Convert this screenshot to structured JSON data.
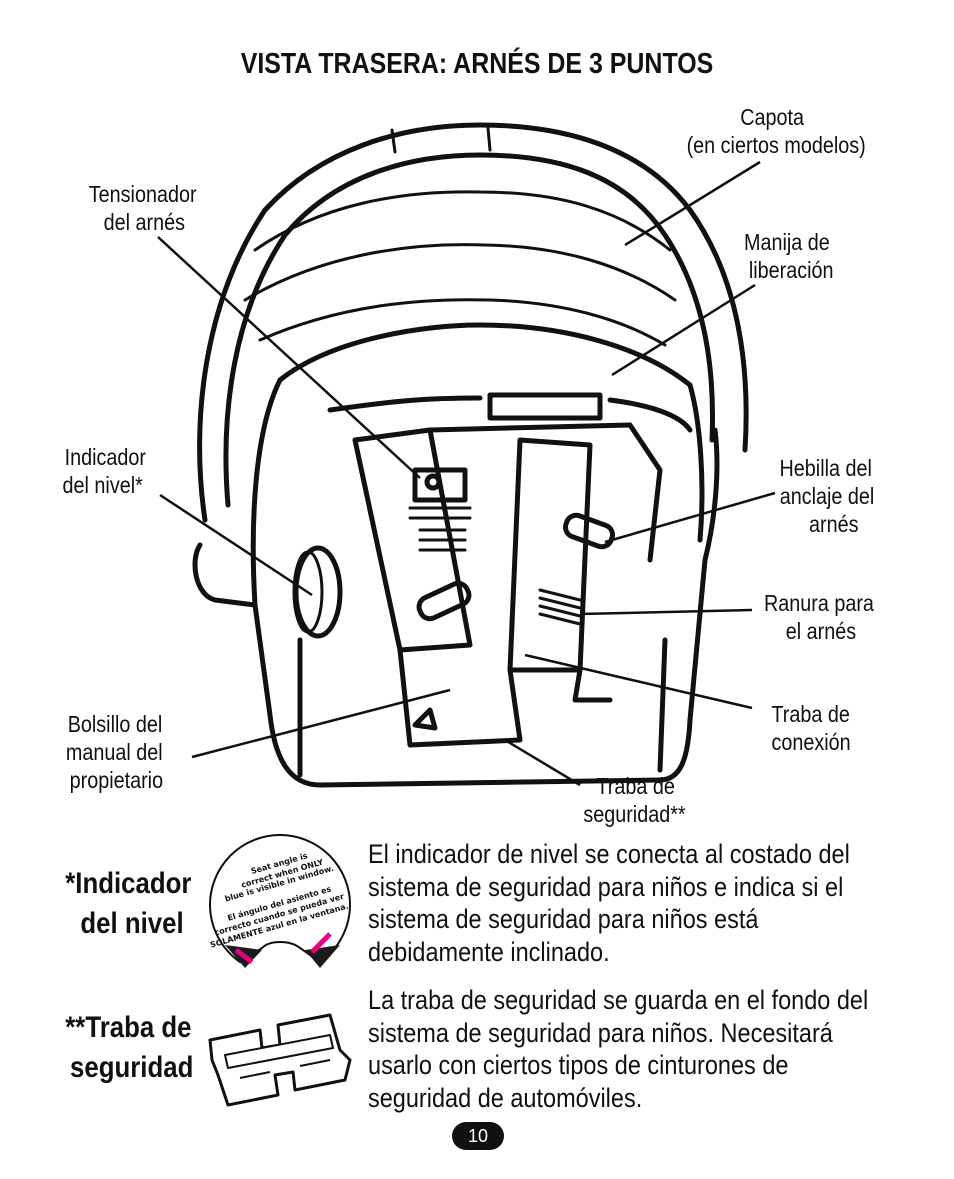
{
  "title": "VISTA TRASERA: ARNÉS DE 3 PUNTOS",
  "callouts": {
    "capota_1": "Capota",
    "capota_2": "(en ciertos modelos)",
    "tensionador_1": "Tensionador",
    "tensionador_2": "del arnés",
    "manija_1": "Manija de",
    "manija_2": "liberación",
    "indicador_1": "Indicador",
    "indicador_2": "del nivel*",
    "hebilla_1": "Hebilla del",
    "hebilla_2": "anclaje del",
    "hebilla_3": "arnés",
    "ranura_1": "Ranura para",
    "ranura_2": "el arnés",
    "bolsillo_1": "Bolsillo del",
    "bolsillo_2": "manual del",
    "bolsillo_3": "propietario",
    "conexion_1": "Traba de",
    "conexion_2": "conexión",
    "seguridad_1": "Traba de",
    "seguridad_2": "seguridad**"
  },
  "level_indicator": {
    "heading_1": "*Indicador",
    "heading_2": "del nivel",
    "sticker_line_1": "Seat angle is",
    "sticker_line_2": "correct when ONLY",
    "sticker_line_3": "blue is visible in window.",
    "sticker_line_4": "El ángulo del asiento es",
    "sticker_line_5": "correcto cuando se pueda ver",
    "sticker_line_6": "SOLAMENTE azul en la ventana.",
    "text_1": "El indicador de nivel se conecta al costado del",
    "text_2": "sistema de seguridad para niños e indica si el",
    "text_3": "sistema de seguridad para niños está",
    "text_4": "debidamente inclinado."
  },
  "locking_clip": {
    "heading_1": "**Traba de",
    "heading_2": "seguridad",
    "text_1": "La traba de seguridad se guarda en el fondo del",
    "text_2": "sistema de seguridad para niños. Necesitará",
    "text_3": "usarlo con ciertos tipos de cinturones de",
    "text_4": "seguridad de automóviles."
  },
  "page_number": "10",
  "colors": {
    "ink": "#111111",
    "arrow_magenta": "#e6007e",
    "sticker_dark": "#1a1a1a"
  }
}
